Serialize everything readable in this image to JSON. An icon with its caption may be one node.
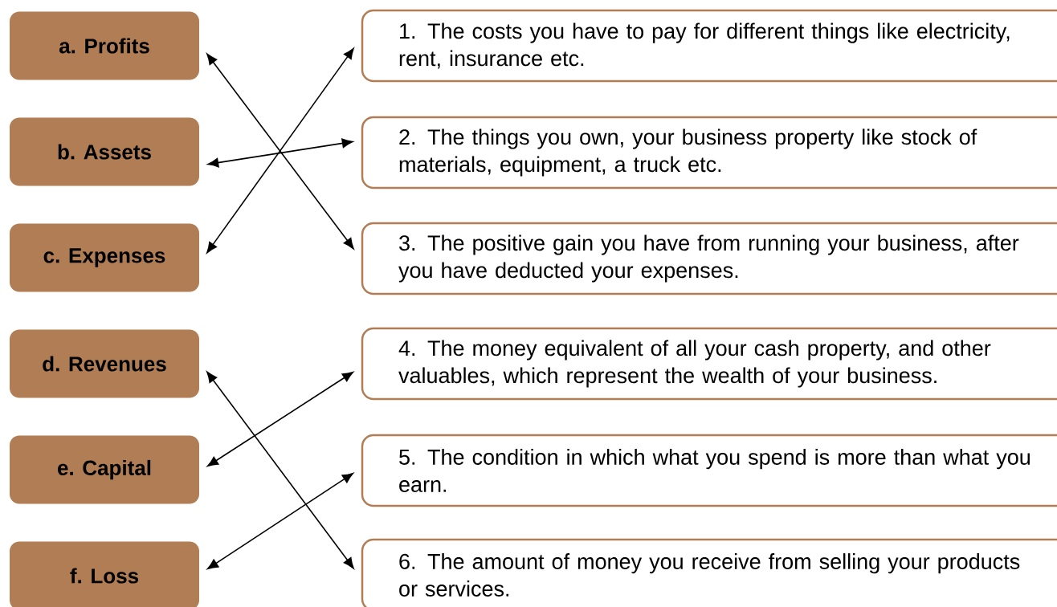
{
  "diagram": {
    "nodes": [
      {
        "text": [
          "a. Profits"
        ]
      },
      {
        "text": [
          "b. Assets"
        ]
      },
      {
        "text": [
          "c. Expenses"
        ]
      },
      {
        "text": [
          "d. Revenues"
        ]
      },
      {
        "text": [
          "e. Capital"
        ]
      },
      {
        "text": [
          "f. Loss"
        ]
      },
      {
        "text": [
          "1. The costs you have to pay for different things like electricity, rent, insurance etc."
        ]
      },
      {
        "text": [
          "2. The things you own, your business property like stock of materials, equipment, a truck etc."
        ]
      },
      {
        "text": [
          "3. The positive gain you have from running your business, after you have deducted your expenses."
        ]
      },
      {
        "text": [
          "4. The money equivalent of all your cash property, and other valuables, which represent the wealth of your business."
        ]
      },
      {
        "text": [
          "5. The condition in which what you spend is more than what you earn."
        ]
      },
      {
        "text": [
          "6. The amount of money you receive from selling your products or services."
        ]
      }
    ],
    "edges": [
      {
        "from": 0,
        "to": 8,
        "arrow": "both"
      },
      {
        "from": 1,
        "to": 7,
        "arrow": "both"
      },
      {
        "from": 2,
        "to": 6,
        "arrow": "both"
      },
      {
        "from": 3,
        "to": 11,
        "arrow": "both"
      },
      {
        "from": 4,
        "to": 9,
        "arrow": "both"
      },
      {
        "from": 5,
        "to": 10,
        "arrow": "both"
      }
    ]
  }
}
